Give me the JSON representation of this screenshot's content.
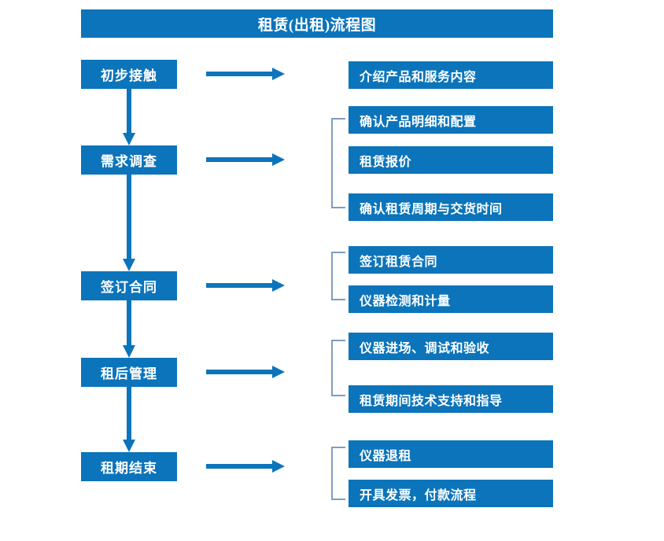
{
  "diagram": {
    "title": "租赁(出租)流程图",
    "accent_color": "#0c74ba",
    "bracket_color": "#7d9dc0",
    "text_color": "#ffffff",
    "background_color": "#ffffff"
  },
  "stages": [
    {
      "id": "stage-1",
      "label": "初步接触"
    },
    {
      "id": "stage-2",
      "label": "需求调查"
    },
    {
      "id": "stage-3",
      "label": "签订合同"
    },
    {
      "id": "stage-4",
      "label": "租后管理"
    },
    {
      "id": "stage-5",
      "label": "租期结束"
    }
  ],
  "details": [
    {
      "id": "detail-1",
      "label": "介绍产品和服务内容"
    },
    {
      "id": "detail-2",
      "label": "确认产品明细和配置"
    },
    {
      "id": "detail-3",
      "label": "租赁报价"
    },
    {
      "id": "detail-4",
      "label": "确认租赁周期与交货时间"
    },
    {
      "id": "detail-5",
      "label": "签订租赁合同"
    },
    {
      "id": "detail-6",
      "label": "仪器检测和计量"
    },
    {
      "id": "detail-7",
      "label": "仪器进场、调试和验收"
    },
    {
      "id": "detail-8",
      "label": "租赁期间技术支持和指导"
    },
    {
      "id": "detail-9",
      "label": "仪器退租"
    },
    {
      "id": "detail-10",
      "label": "开具发票，付款流程"
    }
  ],
  "chart_data": {
    "type": "diagram",
    "title": "租赁(出租)流程图",
    "flow": [
      {
        "stage": "初步接触",
        "outputs": [
          "介绍产品和服务内容"
        ]
      },
      {
        "stage": "需求调查",
        "outputs": [
          "确认产品明细和配置",
          "租赁报价",
          "确认租赁周期与交货时间"
        ]
      },
      {
        "stage": "签订合同",
        "outputs": [
          "签订租赁合同",
          "仪器检测和计量"
        ]
      },
      {
        "stage": "租后管理",
        "outputs": [
          "仪器进场、调试和验收",
          "租赁期间技术支持和指导"
        ]
      },
      {
        "stage": "租期结束",
        "outputs": [
          "仪器退租",
          "开具发票，付款流程"
        ]
      }
    ],
    "sequence_connectors": 4,
    "branch_connectors": 5
  }
}
